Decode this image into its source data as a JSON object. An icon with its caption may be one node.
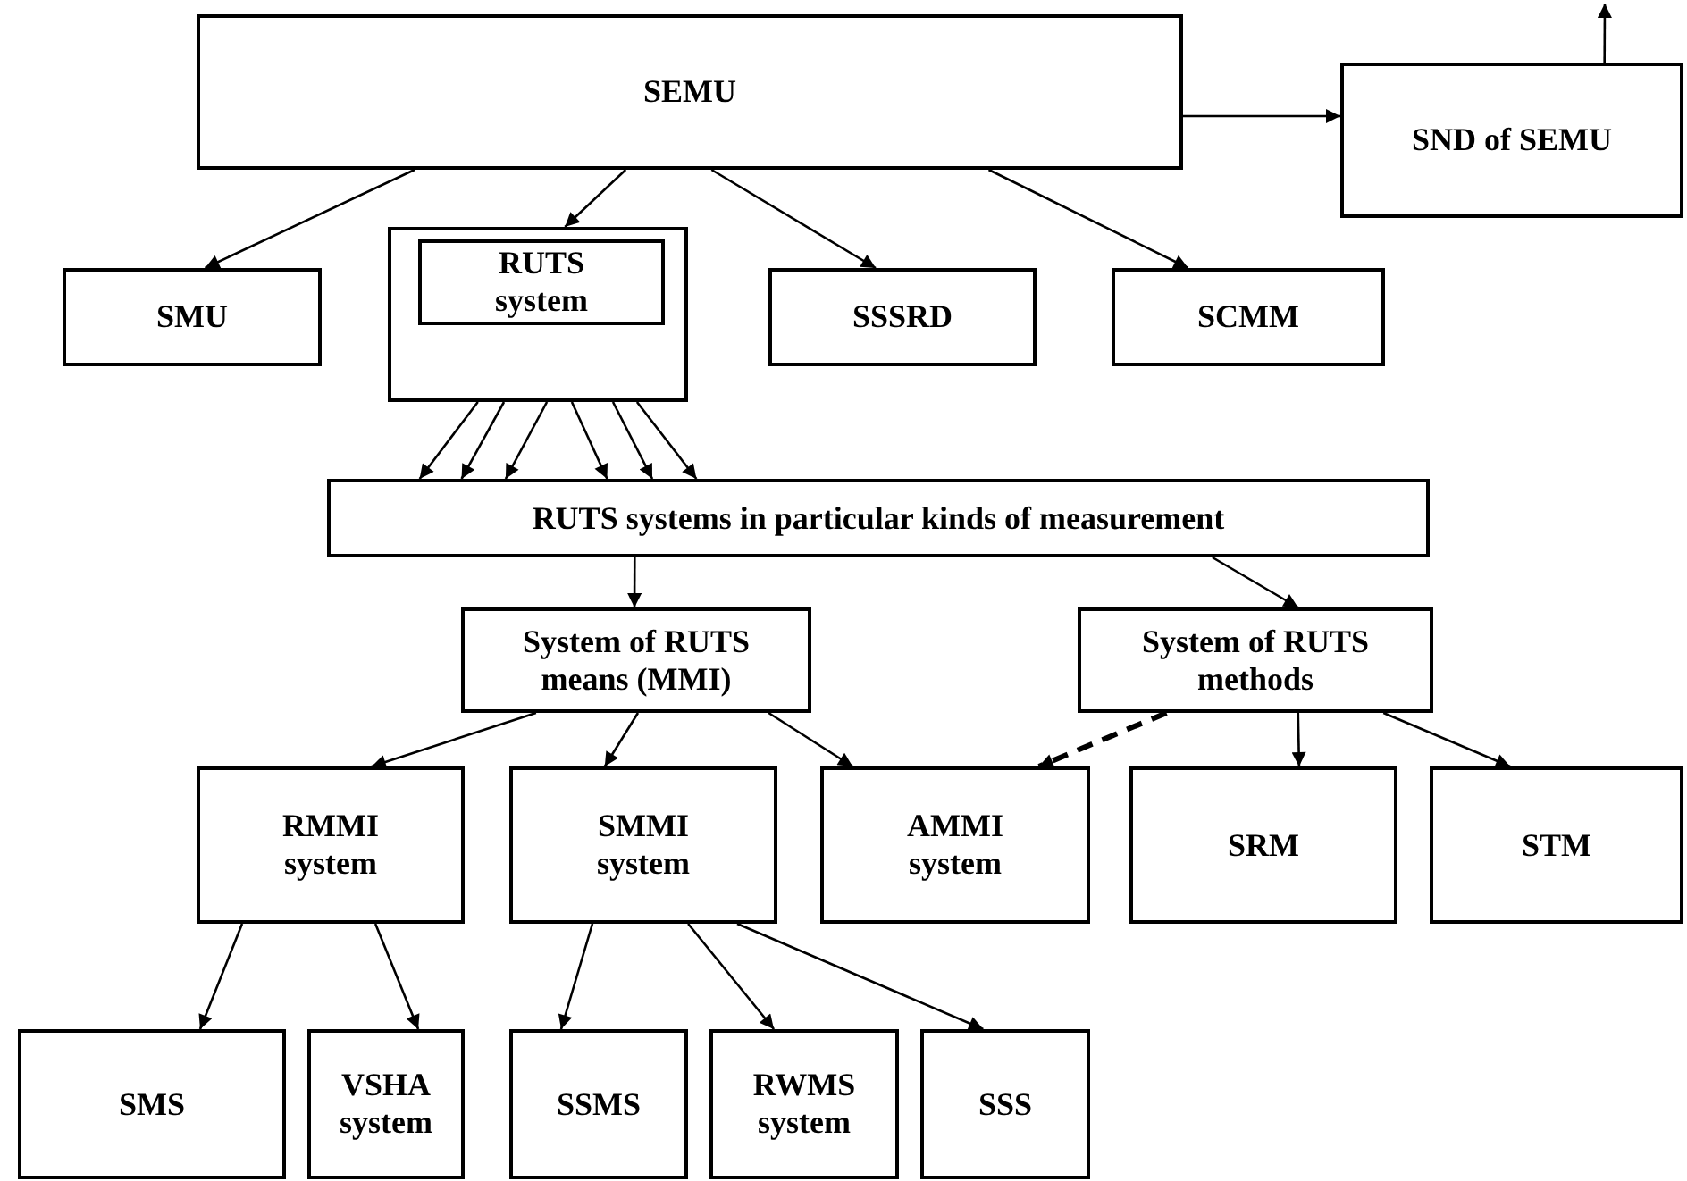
{
  "diagram": {
    "nodes": [
      {
        "text": [
          "SEMU"
        ]
      },
      {
        "text": [
          "SND of SEMU"
        ]
      },
      {
        "text": [
          "SMU"
        ]
      },
      {
        "text": [],
        "shape": "box"
      },
      {
        "text": [
          "RUTS system"
        ],
        "in": 3
      },
      {
        "text": [
          "SSSRD"
        ]
      },
      {
        "text": [
          "SCMM"
        ]
      },
      {
        "text": [
          "RUTS systems in particular kinds of measurement"
        ]
      },
      {
        "text": [
          "System of RUTS means (MMI)"
        ]
      },
      {
        "text": [
          "System of RUTS methods"
        ]
      },
      {
        "text": [
          "RMMI system"
        ]
      },
      {
        "text": [
          "SMMI system"
        ]
      },
      {
        "text": [
          "AMMI system"
        ]
      },
      {
        "text": [
          "SRM"
        ]
      },
      {
        "text": [
          "STM"
        ]
      },
      {
        "text": [
          "SMS"
        ]
      },
      {
        "text": [
          "VSHA system"
        ]
      },
      {
        "text": [
          "SSMS"
        ]
      },
      {
        "text": [
          "RWMS system"
        ]
      },
      {
        "text": [
          "SSS"
        ]
      }
    ],
    "edges": [
      {
        "from": 0,
        "to": 1,
        "arrow": "to"
      },
      {
        "from": 1,
        "to": null,
        "arrow": "to"
      },
      {
        "from": 0,
        "to": 2,
        "arrow": "to"
      },
      {
        "from": 0,
        "to": 3,
        "arrow": "to"
      },
      {
        "from": 0,
        "to": 5,
        "arrow": "to"
      },
      {
        "from": 0,
        "to": 6,
        "arrow": "to"
      },
      {
        "from": 3,
        "to": 7,
        "arrow": "to"
      },
      {
        "from": 3,
        "to": 7,
        "arrow": "to"
      },
      {
        "from": 3,
        "to": 7,
        "arrow": "to"
      },
      {
        "from": 3,
        "to": 7,
        "arrow": "to"
      },
      {
        "from": 3,
        "to": 7,
        "arrow": "to"
      },
      {
        "from": 3,
        "to": 7,
        "arrow": "to"
      },
      {
        "from": 7,
        "to": 8,
        "arrow": "to"
      },
      {
        "from": 7,
        "to": 9,
        "arrow": "to"
      },
      {
        "from": 8,
        "to": 10,
        "arrow": "to"
      },
      {
        "from": 8,
        "to": 11,
        "arrow": "to"
      },
      {
        "from": 8,
        "to": 12,
        "arrow": "to"
      },
      {
        "from": 9,
        "to": 12,
        "arrow": "to",
        "style": "dashed"
      },
      {
        "from": 9,
        "to": 13,
        "arrow": "to"
      },
      {
        "from": 9,
        "to": 14,
        "arrow": "to"
      },
      {
        "from": 10,
        "to": 15,
        "arrow": "to"
      },
      {
        "from": 10,
        "to": 16,
        "arrow": "to"
      },
      {
        "from": 11,
        "to": 17,
        "arrow": "to"
      },
      {
        "from": 11,
        "to": 18,
        "arrow": "to"
      },
      {
        "from": 11,
        "to": 19,
        "arrow": "to"
      }
    ]
  }
}
